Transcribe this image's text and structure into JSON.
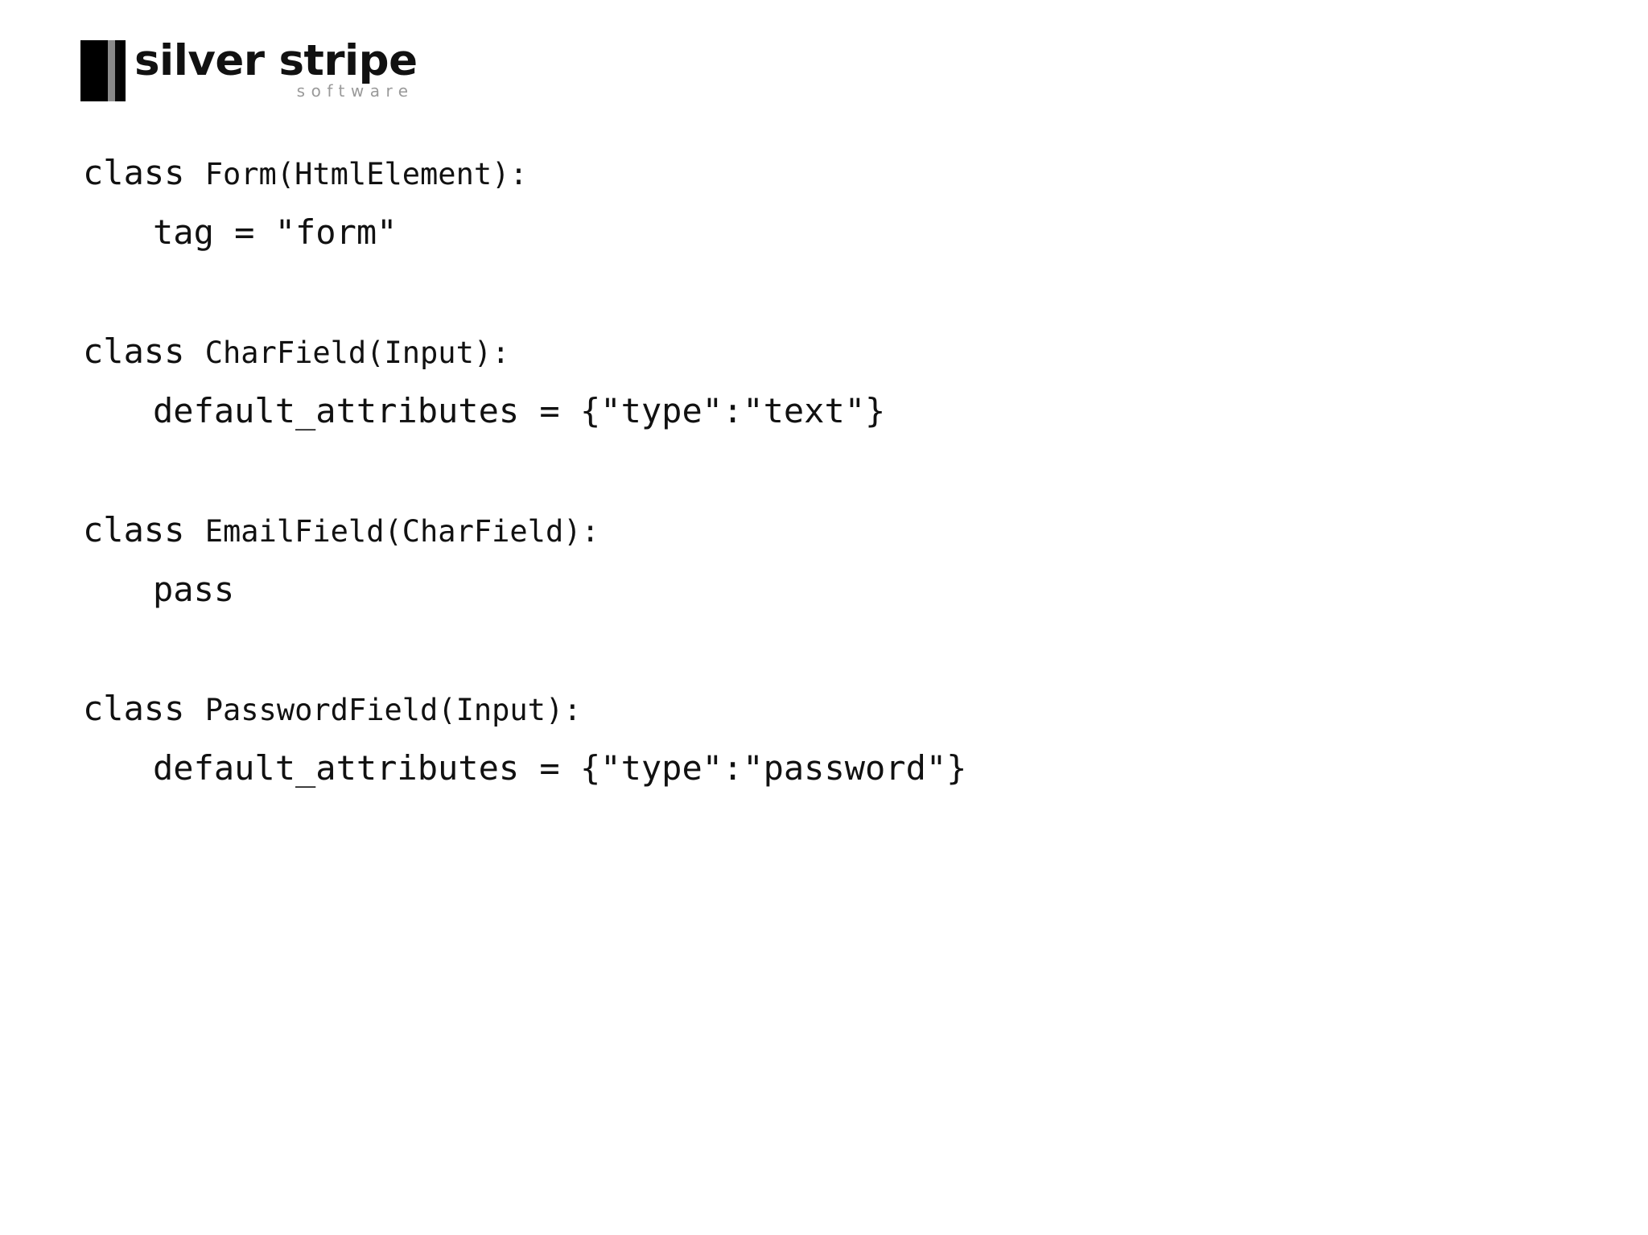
{
  "slide": {
    "background_color": "#ffffff",
    "text_color": "#111111"
  },
  "logo": {
    "name": "silver-stripe-software",
    "word": "silver stripe",
    "subtitle": "software",
    "word_color": "#111111",
    "subtitle_color": "#9a9a9a",
    "mark_color": "#000000",
    "mark_stripe_color": "#8c8c8c"
  },
  "code": {
    "language": "python",
    "indent_unit": "    ",
    "lines": [
      {
        "indent": 0,
        "keyword": "class ",
        "signature": "Form(HtmlElement):",
        "body": ""
      },
      {
        "indent": 1,
        "keyword": "",
        "signature": "",
        "body": "tag = \"form\""
      },
      {
        "indent": 0,
        "keyword": "",
        "signature": "",
        "body": ""
      },
      {
        "indent": 0,
        "keyword": "class ",
        "signature": "CharField(Input):",
        "body": ""
      },
      {
        "indent": 1,
        "keyword": "",
        "signature": "",
        "body": "default_attributes = {\"type\":\"text\"}"
      },
      {
        "indent": 0,
        "keyword": "",
        "signature": "",
        "body": ""
      },
      {
        "indent": 0,
        "keyword": "class ",
        "signature": "EmailField(CharField):",
        "body": ""
      },
      {
        "indent": 1,
        "keyword": "",
        "signature": "",
        "body": "pass"
      },
      {
        "indent": 0,
        "keyword": "",
        "signature": "",
        "body": ""
      },
      {
        "indent": 0,
        "keyword": "class ",
        "signature": "PasswordField(Input):",
        "body": ""
      },
      {
        "indent": 1,
        "keyword": "",
        "signature": "",
        "body": "default_attributes = {\"type\":\"password\"}"
      }
    ]
  }
}
